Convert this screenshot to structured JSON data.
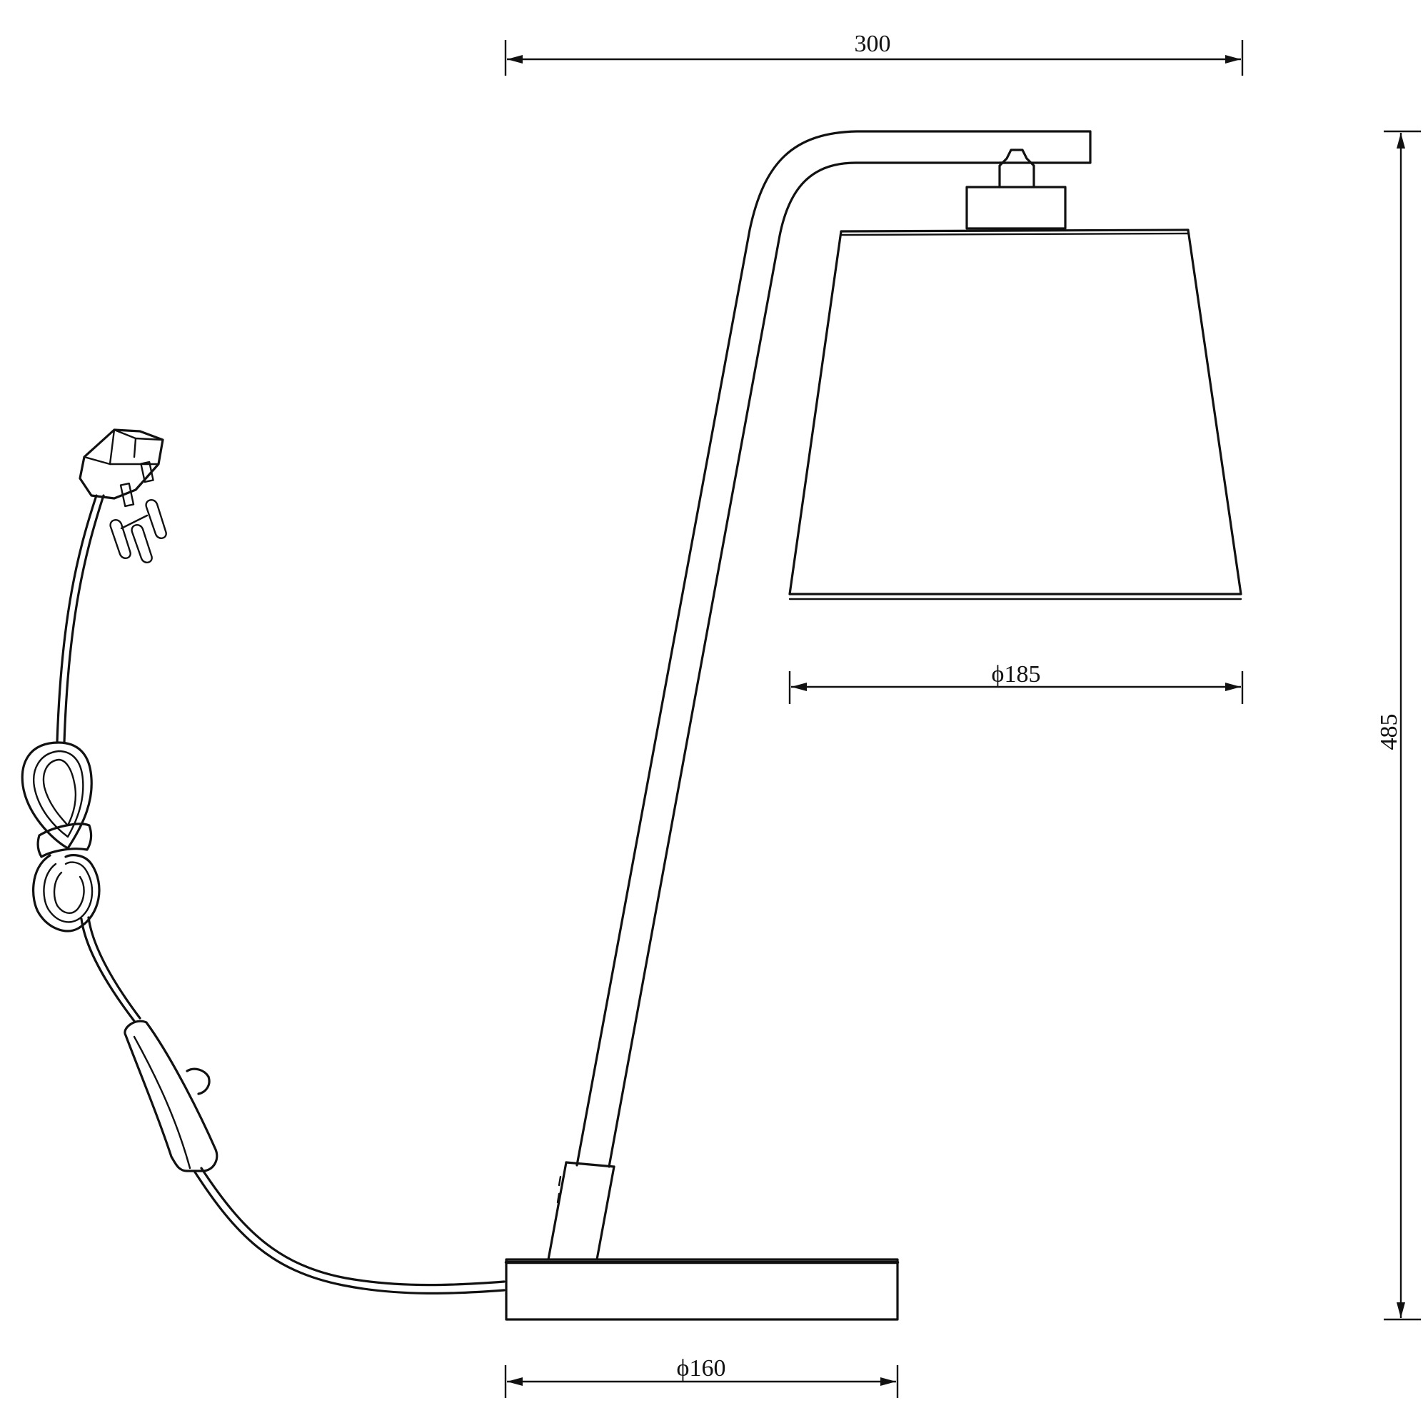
{
  "dimensions": {
    "overall_width": "300",
    "shade_diameter": "ϕ185",
    "base_diameter": "ϕ160",
    "overall_height": "485"
  },
  "colors": {
    "line": "#111111",
    "background": "#ffffff"
  }
}
